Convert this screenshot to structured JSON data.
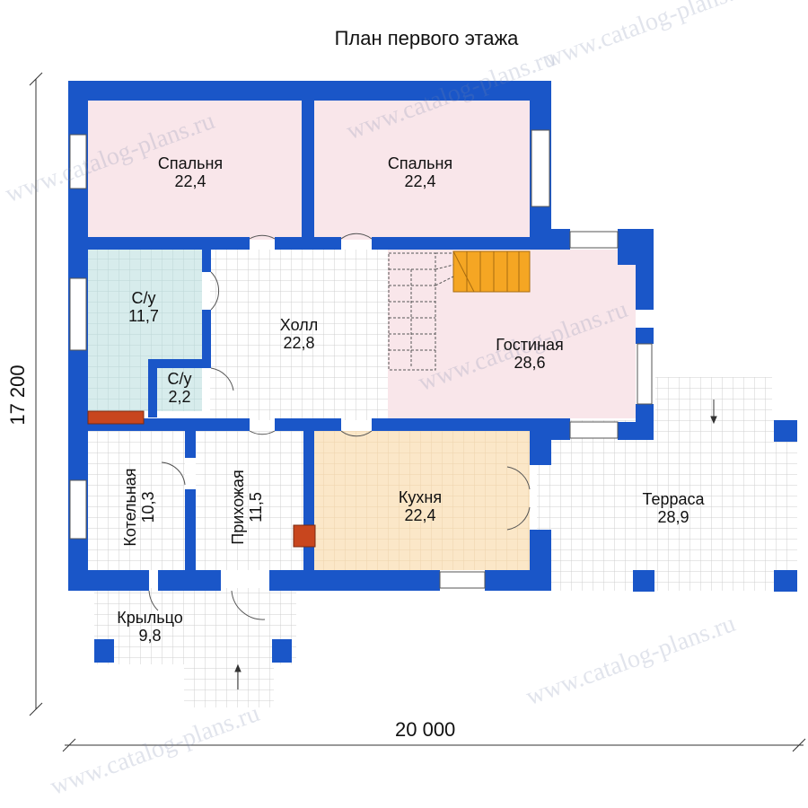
{
  "title": "План первого этажа",
  "dimensions": {
    "width": "20 000",
    "height": "17 200"
  },
  "rooms": {
    "bedroom1": {
      "name": "Спальня",
      "area": "22,4"
    },
    "bedroom2": {
      "name": "Спальня",
      "area": "22,4"
    },
    "bathroom1": {
      "name": "С/у",
      "area": "11,7"
    },
    "bathroom2": {
      "name": "С/у",
      "area": "2,2"
    },
    "hall": {
      "name": "Холл",
      "area": "22,8"
    },
    "living": {
      "name": "Гостиная",
      "area": "28,6"
    },
    "boiler": {
      "name": "Котельная",
      "area": "10,3"
    },
    "entry": {
      "name": "Прихожая",
      "area": "11,5"
    },
    "kitchen": {
      "name": "Кухня",
      "area": "22,4"
    },
    "terrace": {
      "name": "Терраса",
      "area": "28,9"
    },
    "porch": {
      "name": "Крыльцо",
      "area": "9,8"
    }
  },
  "watermark": "www.catalog-plans.ru",
  "colors": {
    "wall": "#1a56c8",
    "bedroom_fill": "#f9e6ea",
    "bathroom_fill": "#d7ecec",
    "kitchen_fill": "#fbe7c8",
    "living_fill": "#f9e6ea",
    "stair_fill": "#f5a623",
    "tile_grid": "#c9c9c9",
    "hearth": "#c8461e"
  }
}
